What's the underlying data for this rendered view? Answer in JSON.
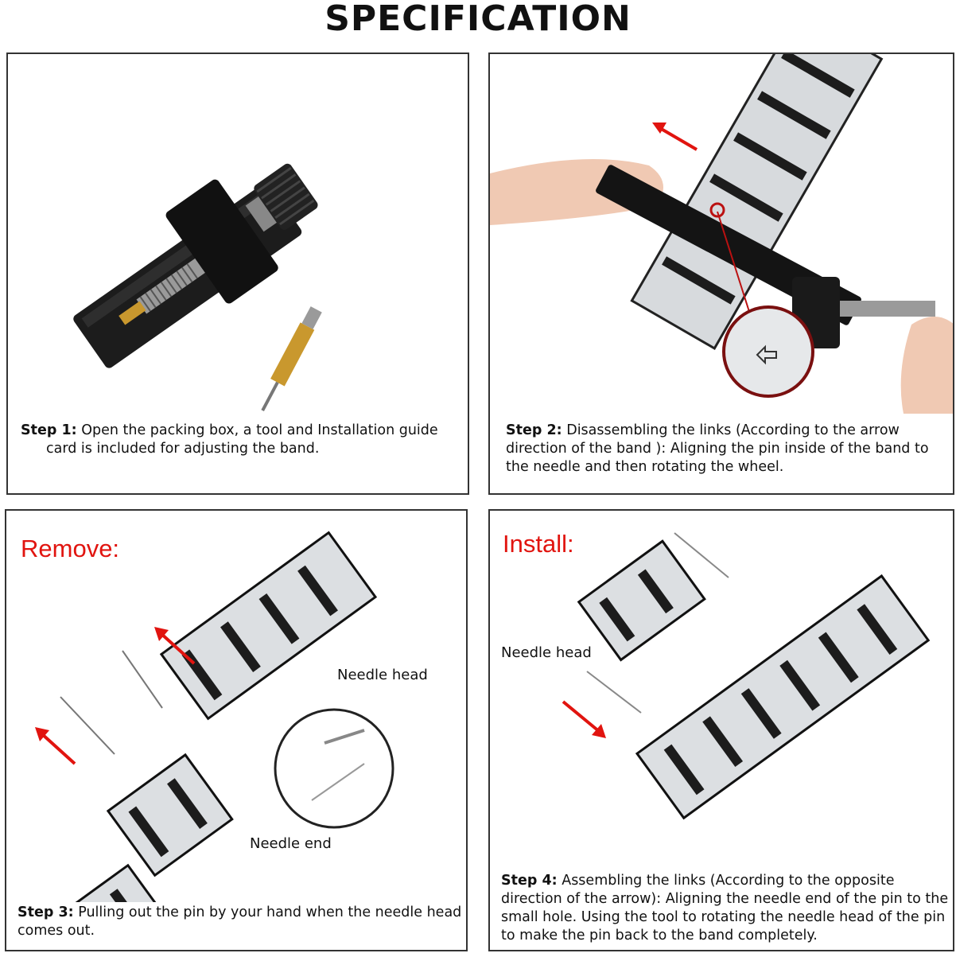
{
  "title": "SPECIFICATION",
  "step1": {
    "label": "Step 1:",
    "text_line1": "Open the packing box,  a tool and Installation guide",
    "text_line2": "card is included for adjusting the band."
  },
  "step2": {
    "label": "Step 2:",
    "text": "Disassembling the links (According to the arrow direction of the band ): Aligning the pin inside of the band to the needle and then rotating the wheel."
  },
  "step3": {
    "heading": "Remove:",
    "needle_head": "Needle head",
    "needle_end": "Needle end",
    "label": "Step 3:",
    "text": "Pulling out the pin by your hand when the needle head comes out."
  },
  "step4": {
    "heading": "Install:",
    "needle_head": "Needle head",
    "label": "Step 4:",
    "text": "Assembling the links (According to the opposite direction of the arrow): Aligning the needle end of the pin to the small hole. Using the tool to rotating the needle head of the pin to make the pin back to the band completely."
  },
  "colors": {
    "accent_red": "#e1140f",
    "steel": "#c8ccd0",
    "tool_black": "#1a1a1a",
    "brass": "#c9982e"
  }
}
